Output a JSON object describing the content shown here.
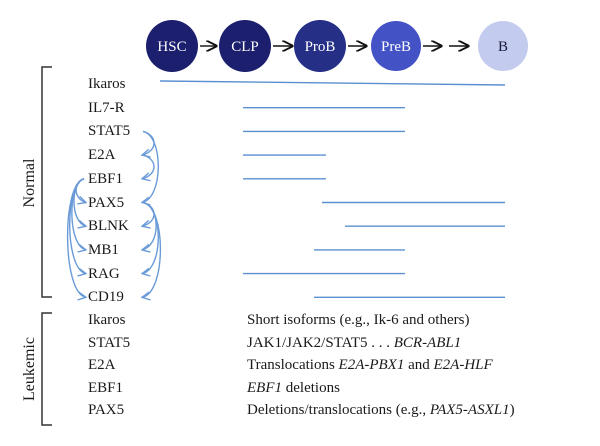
{
  "stages": [
    {
      "label": "HSC",
      "color": "#1b1f6e",
      "text_color": "#ffffff"
    },
    {
      "label": "CLP",
      "color": "#1b1f6e",
      "text_color": "#ffffff"
    },
    {
      "label": "ProB",
      "color": "#252f86",
      "text_color": "#ffffff"
    },
    {
      "label": "PreB",
      "color": "#4352c4",
      "text_color": "#ffffff"
    },
    {
      "label": "B",
      "color": "#c3cbee",
      "text_color": "#1a1a3a"
    }
  ],
  "sections": {
    "normal_label": "Normal",
    "leukemic_label": "Leukemic"
  },
  "normal_genes": [
    "Ikaros",
    "IL7-R",
    "STAT5",
    "E2A",
    "EBF1",
    "PAX5",
    "BLNK",
    "MB1",
    "RAG",
    "CD19"
  ],
  "leukemic": [
    {
      "gene": "Ikaros",
      "desc_parts": [
        {
          "t": "Short isoforms (e.g., Ik-6 and others)",
          "i": false
        }
      ]
    },
    {
      "gene": "STAT5",
      "desc_parts": [
        {
          "t": "JAK1/JAK2/STAT5 . . . ",
          "i": false
        },
        {
          "t": "BCR-ABL1",
          "i": true
        }
      ]
    },
    {
      "gene": "E2A",
      "desc_parts": [
        {
          "t": "Translocations ",
          "i": false
        },
        {
          "t": "E2A-PBX1",
          "i": true
        },
        {
          "t": " and ",
          "i": false
        },
        {
          "t": "E2A-HLF",
          "i": true
        }
      ]
    },
    {
      "gene": "EBF1",
      "desc_parts": [
        {
          "t": "EBF1",
          "i": true
        },
        {
          "t": " deletions",
          "i": false
        }
      ]
    },
    {
      "gene": "PAX5",
      "desc_parts": [
        {
          "t": "Deletions/translocations (e.g., ",
          "i": false
        },
        {
          "t": "PAX5-ASXL1",
          "i": true
        },
        {
          "t": ")",
          "i": false
        }
      ]
    }
  ],
  "colors": {
    "expression_line": "#5b8fcf",
    "interaction_arrow": "#6a9bd8",
    "bracket": "#333333"
  },
  "expression_spans": [
    {
      "gene": "Ikaros",
      "from_stage": "HSC",
      "to_stage": "B"
    },
    {
      "gene": "IL7-R",
      "from_stage": "CLP",
      "to_stage": "PreB"
    },
    {
      "gene": "STAT5",
      "from_stage": "CLP",
      "to_stage": "PreB"
    },
    {
      "gene": "E2A",
      "from_stage": "CLP",
      "to_stage": "ProB"
    },
    {
      "gene": "EBF1",
      "from_stage": "CLP",
      "to_stage": "ProB"
    },
    {
      "gene": "PAX5",
      "from_stage": "ProB",
      "to_stage": "B"
    },
    {
      "gene": "BLNK",
      "from_stage": "ProB",
      "to_stage": "B"
    },
    {
      "gene": "MB1",
      "from_stage": "ProB",
      "to_stage": "PreB"
    },
    {
      "gene": "RAG",
      "from_stage": "CLP",
      "to_stage": "PreB"
    },
    {
      "gene": "CD19",
      "from_stage": "ProB",
      "to_stage": "B"
    }
  ],
  "interactions": [
    {
      "from": "STAT5",
      "to": "E2A"
    },
    {
      "from": "STAT5",
      "to": "PAX5"
    },
    {
      "from": "E2A",
      "to": "EBF1"
    },
    {
      "from": "EBF1",
      "to": "PAX5"
    },
    {
      "from": "EBF1",
      "to": "BLNK"
    },
    {
      "from": "EBF1",
      "to": "MB1"
    },
    {
      "from": "EBF1",
      "to": "RAG"
    },
    {
      "from": "EBF1",
      "to": "CD19"
    },
    {
      "from": "PAX5",
      "to": "BLNK"
    },
    {
      "from": "PAX5",
      "to": "MB1"
    },
    {
      "from": "PAX5",
      "to": "RAG"
    },
    {
      "from": "PAX5",
      "to": "CD19"
    }
  ]
}
